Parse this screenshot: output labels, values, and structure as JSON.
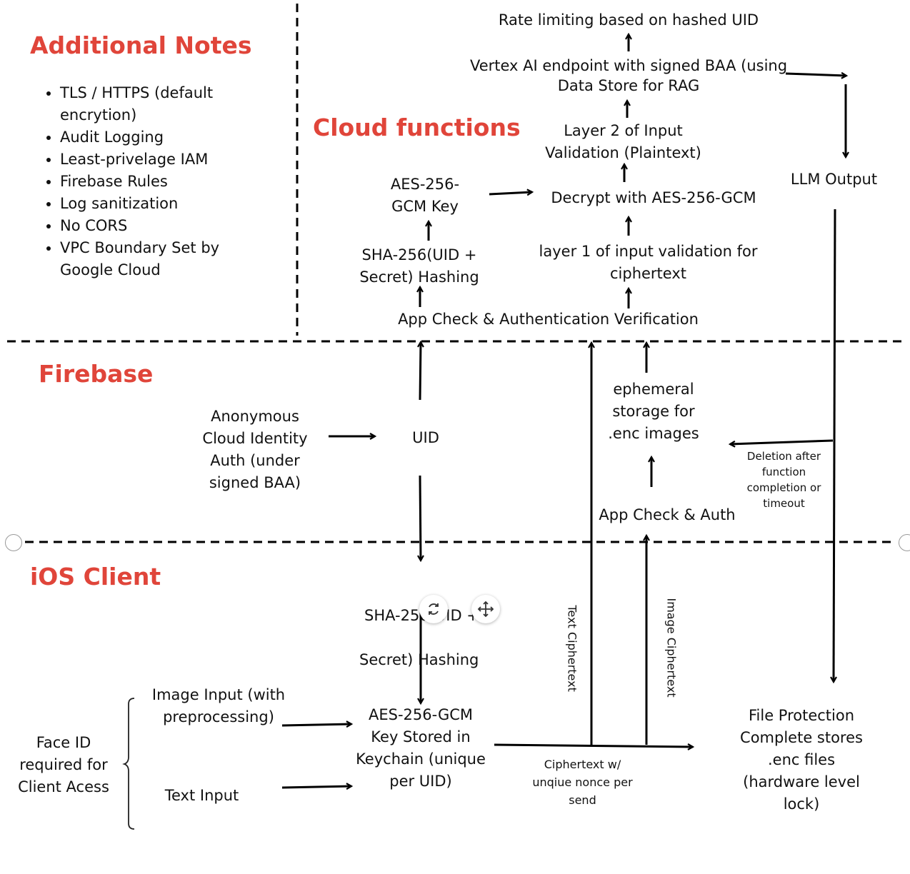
{
  "colors": {
    "section_title": "#e0453a",
    "line": "#000000"
  },
  "sections": {
    "additional_notes": "Additional Notes",
    "cloud_functions": "Cloud functions",
    "firebase": "Firebase",
    "ios_client": "iOS Client"
  },
  "notes": [
    "TLS / HTTPS (default encrytion)",
    "Audit Logging",
    "Least-privelage IAM",
    "Firebase Rules",
    "Log sanitization",
    "No CORS",
    "VPC Boundary Set by Google Cloud"
  ],
  "cloud": {
    "rate_limiting": "Rate limiting based on hashed UID",
    "vertex": "Vertex AI endpoint with signed BAA (using\nData Store for RAG",
    "layer2": "Layer 2 of Input\nValidation (Plaintext)",
    "decrypt": "Decrypt with AES-256-GCM",
    "aes_key": "AES-256-\nGCM Key",
    "sha_hashing": "SHA-256(UID +\nSecret) Hashing",
    "layer1": "layer 1 of input validation for\nciphertext",
    "app_check_auth": "App Check  & Authentication Verification",
    "llm_output": "LLM Output"
  },
  "firebase": {
    "anon_auth": "Anonymous\nCloud Identity\nAuth (under\nsigned BAA)",
    "uid": "UID",
    "ephemeral": "ephemeral\nstorage for\n.enc images",
    "deletion": "Deletion after\nfunction\ncompletion or\ntimeout",
    "app_check": "App Check & Auth"
  },
  "ios": {
    "sha_hashing_line1": "SHA-256(UID +",
    "sha_hashing_line2": "Secret) Hashing",
    "text_ciphertext": "Text Ciphertext",
    "image_ciphertext": "Image Ciphertext",
    "image_input": "Image Input (with\npreprocessing)",
    "text_input": "Text Input",
    "aes_keychain": "AES-256-GCM\nKey Stored in\nKeychain (unique\nper UID)",
    "file_protection": "File Protection\nComplete stores\n.enc files\n(hardware level\nlock)",
    "ciphertext_nonce": "Ciphertext w/\nunqiue nonce per\nsend",
    "face_id": "Face ID\nrequired for\nClient Acess"
  },
  "icons": [
    "rotate-icon",
    "move-icon"
  ]
}
